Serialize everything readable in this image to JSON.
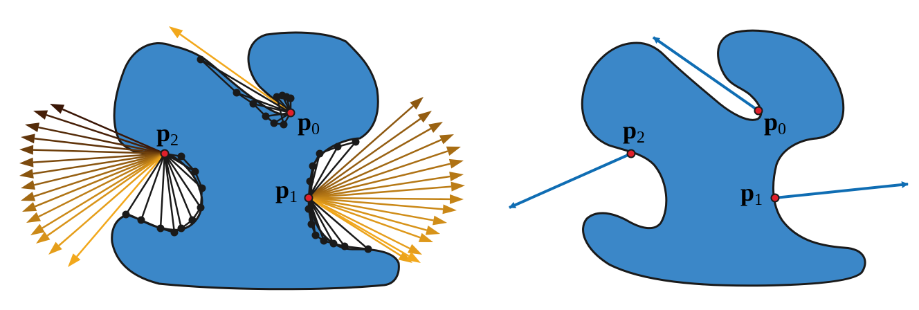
{
  "colors": {
    "shape_fill": "#3b87c8",
    "outline": "#1a1a1a",
    "fan_start": "#3a1606",
    "fan_end": "#f2a81c",
    "normal_arrow": "#0f6db3",
    "point_fill": "#e0202b"
  },
  "left_panel": {
    "labels": [
      {
        "main": "p",
        "sub": "0"
      },
      {
        "main": "p",
        "sub": "1"
      },
      {
        "main": "p",
        "sub": "2"
      }
    ]
  },
  "right_panel": {
    "labels": [
      {
        "main": "p",
        "sub": "0"
      },
      {
        "main": "p",
        "sub": "1"
      },
      {
        "main": "p",
        "sub": "2"
      }
    ]
  }
}
